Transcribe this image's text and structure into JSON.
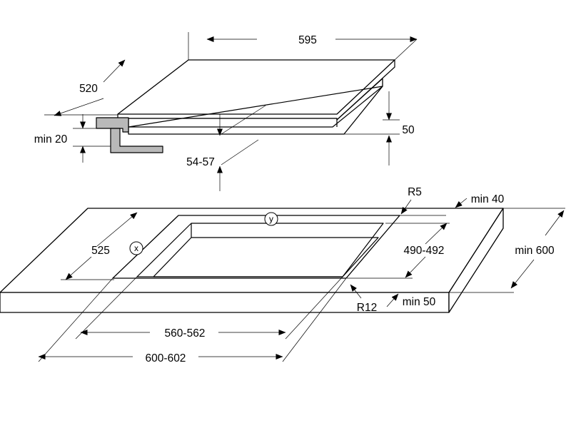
{
  "labels": {
    "hob_width": "595",
    "hob_depth": "520",
    "min_clearance": "min 20",
    "hob_height": "50",
    "inset_height": "54-57",
    "radius_top": "R5",
    "min_back": "min 40",
    "cutout_depth": "525",
    "cutout_depth_inner": "490-492",
    "worktop_depth": "min 600",
    "radius_bottom": "R12",
    "min_front": "min 50",
    "cutout_width_inner": "560-562",
    "cutout_width": "600-602",
    "point_x": "x",
    "point_y": "y"
  },
  "colors": {
    "line": "#000000",
    "bracket_fill": "#b9b9b9",
    "background": "#ffffff"
  }
}
